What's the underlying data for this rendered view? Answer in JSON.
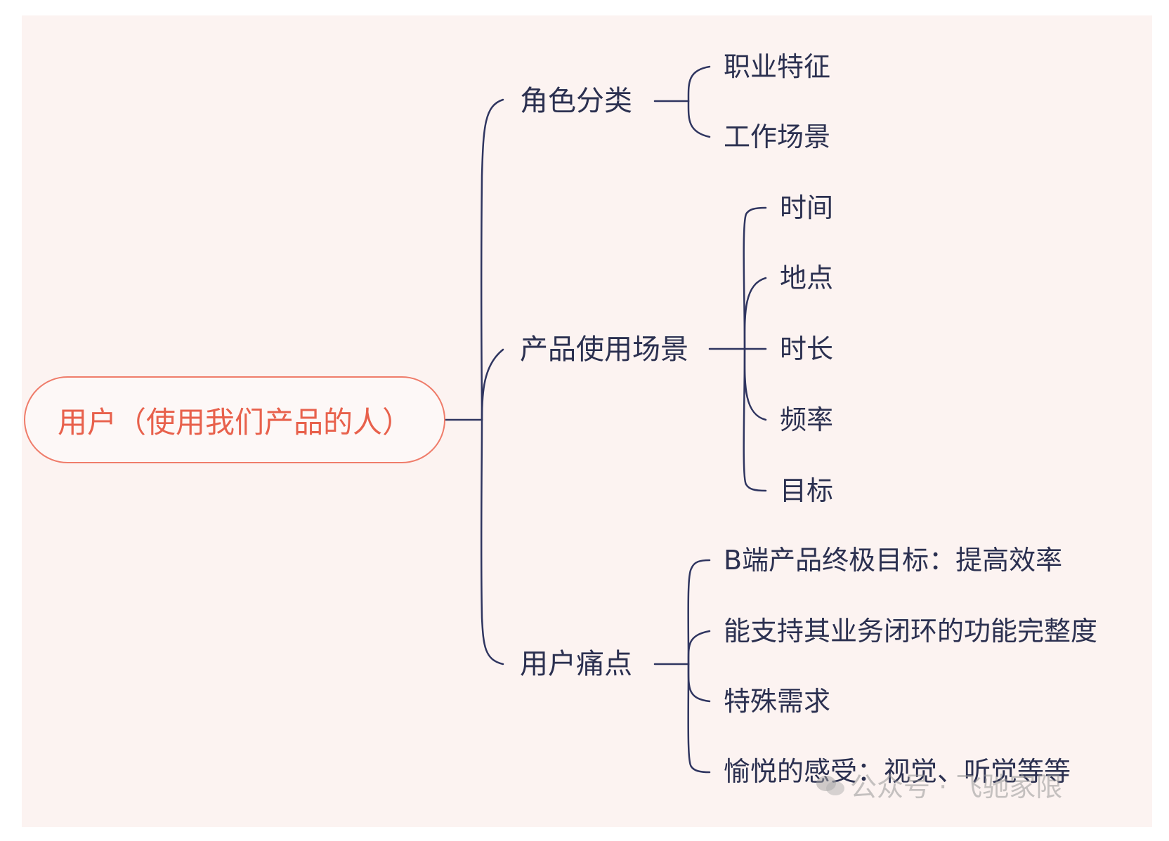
{
  "root": {
    "label": "用户（使用我们产品的人）"
  },
  "branches": [
    {
      "label": "角色分类",
      "children": [
        "职业特征",
        "工作场景"
      ]
    },
    {
      "label": "产品使用场景",
      "children": [
        "时间",
        "地点",
        "时长",
        "频率",
        "目标"
      ]
    },
    {
      "label": "用户痛点",
      "children": [
        "B端产品终极目标：提高效率",
        "能支持其业务闭环的功能完整度",
        "特殊需求",
        "愉悦的感受：视觉、听觉等等"
      ]
    }
  ],
  "watermark": {
    "text": "公众号 · 飞驰家限"
  },
  "colors": {
    "background": "#fcf3f1",
    "root_border": "#ef7c6a",
    "root_text": "#e8614c",
    "node_text": "#2b3050",
    "connector": "#2f3560"
  }
}
